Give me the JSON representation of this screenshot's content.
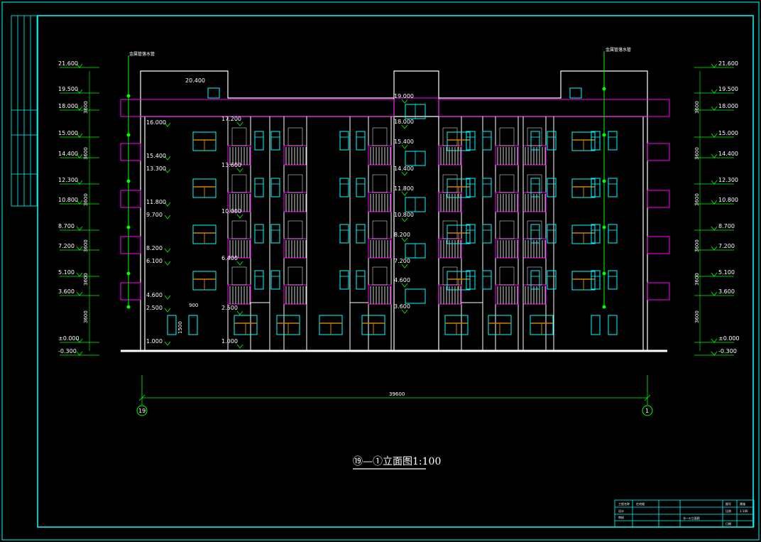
{
  "colors": {
    "frame": "#00ffff",
    "wall": "#ffffff",
    "accent": "#ff00ff",
    "marker": "#00ff00",
    "window": "#00ffff",
    "sash": "#d08000"
  },
  "drawing": {
    "title": "⑲—①立面图1:100",
    "overall_dimension": "39600",
    "axis_left": "19",
    "axis_right": "1",
    "left_levels": [
      "21.600",
      "19.500",
      "18.000",
      "15.000",
      "14.400",
      "12.300",
      "10.800",
      "8.700",
      "7.200",
      "5.100",
      "3.600",
      "±0.000",
      "-0.300"
    ],
    "right_levels": [
      "21.600",
      "19.500",
      "18.000",
      "15.000",
      "14.400",
      "12.300",
      "10.800",
      "8.700",
      "7.200",
      "5.100",
      "3.600",
      "±0.000",
      "-0.300"
    ],
    "left_dims": [
      "3600",
      "3600",
      "3600",
      "3600",
      "3600",
      "3600"
    ],
    "right_dims": [
      "3600",
      "3600",
      "3600",
      "3600",
      "3600",
      "3600"
    ],
    "inner_left_levels": [
      "16.000",
      "15.400",
      "13.300",
      "11.800",
      "9.700",
      "8.200",
      "6.100",
      "4.600",
      "2.500",
      "1.000"
    ],
    "inner_mid_levels": [
      "17.200",
      "13.600",
      "10.000",
      "6.400",
      "2.500",
      "1.000"
    ],
    "stair_levels": [
      "19.000",
      "18.000",
      "15.400",
      "14.400",
      "11.800",
      "10.800",
      "8.200",
      "7.200",
      "4.600",
      "3.600"
    ],
    "roof_level": "20.400",
    "small_dims": [
      "900",
      "1500"
    ],
    "note_left": "金属管落水管",
    "note_right": "金属管落水管"
  },
  "title_block": {
    "cells": [
      "工程名称",
      "住宅楼",
      "图号",
      "建施",
      "比例",
      "1:100",
      "设计",
      "审核",
      "⑲—①立面图",
      "日期"
    ]
  }
}
